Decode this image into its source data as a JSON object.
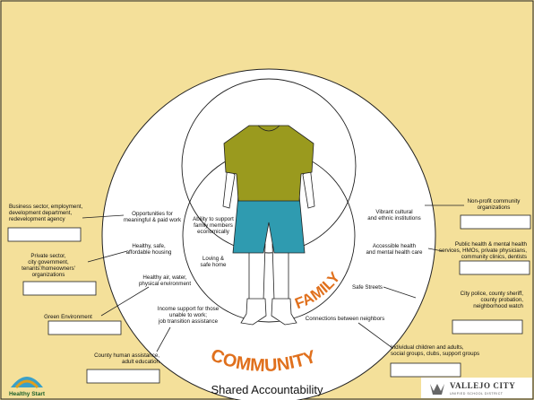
{
  "title": "Shared Accountability",
  "circles": {
    "family": "FAMILY",
    "community": "COMMUNITY"
  },
  "inner_left": [
    "Opportunities for",
    "meaningful & paid work",
    "Healthy, safe,",
    "affordable housing",
    "Healthy air, water,",
    "physical environment",
    "Income support for those",
    "unable to work;",
    "job transition assistance"
  ],
  "inner_family": [
    "Ability to support",
    "family members",
    "economically",
    "Loving &",
    "safe home"
  ],
  "inner_right": [
    "Vibrant cultural",
    "and ethnic institutions",
    "Accessible health",
    "and mental health care",
    "Safe Streets",
    "Connections between neighbors"
  ],
  "outer_left": [
    "Business sector, employment,",
    "development department,",
    "redevelopment agency",
    "Private sector,",
    "city government,",
    "tenants'/homeowners'",
    "organizations",
    "Green Environment",
    "County human assistance,",
    "adult education"
  ],
  "outer_right": [
    "Non-profit community",
    "organizations",
    "Public health & mental health",
    "services, HMOs, private physicians,",
    "community clinics, dentists",
    "City police, county sheriff,",
    "county probation,",
    "neighborhood watch",
    "Individual children and adults,",
    "social groups, clubs, support groups"
  ],
  "logo_left": "Healthy Start",
  "logo_right": {
    "name": "VALLEJO CITY",
    "sub": "UNIFIED SCHOOL DISTRICT"
  },
  "colors": {
    "background": "#f4e09a",
    "accent_orange": "#e0701d",
    "shirt": "#9a9a1e",
    "shorts": "#2f9bb0",
    "circle_fill": "#ffffff"
  }
}
